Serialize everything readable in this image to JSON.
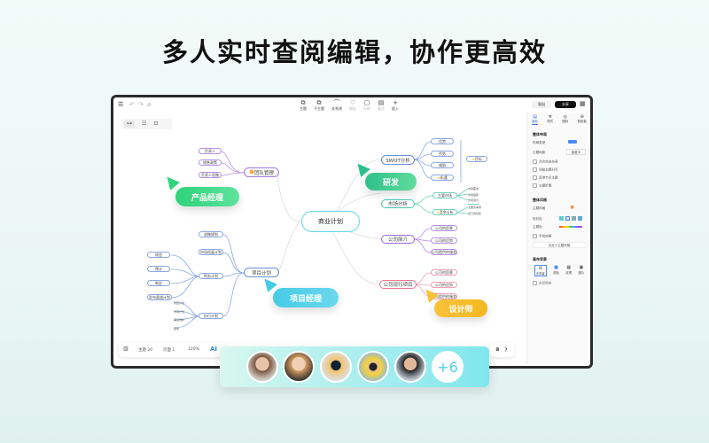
{
  "headline": "多人实时查阅编辑，协作更高效",
  "toolbar": {
    "items": [
      "主题",
      "子主题",
      "关系线",
      "概括",
      "外框",
      "备注",
      "插入"
    ],
    "export": "导出",
    "share": "分享"
  },
  "panel": {
    "tabs": [
      "画布",
      "样式",
      "图标",
      "剪贴板"
    ],
    "layout": {
      "title": "整体布局",
      "layout_type": "布局类型",
      "spacing": "主题间距",
      "custom": "自定义",
      "options": [
        "允许自由布局",
        "同级主题对齐",
        "其他节点主题",
        "主题折叠"
      ]
    },
    "style": {
      "title": "整体风格",
      "theme_style": "主题风格",
      "rainbow": "彩虹色",
      "theme_color": "主题色",
      "hand_drawn": "手绘效果",
      "custom_btn": "自定义主题风格"
    },
    "background": {
      "title": "画布背景",
      "options": [
        "无背景",
        "颜色",
        "纹理",
        "图片"
      ],
      "watermark": "水印填充"
    }
  },
  "statusbar": {
    "topics": "主题 20",
    "page": "页面 1",
    "zoom": "120%",
    "ai": "AI"
  },
  "map": {
    "central": "商业计划",
    "swot": {
      "label": "SWOT分析",
      "children": [
        "优势",
        "劣势",
        "威胁",
        "机遇"
      ],
      "summary": "目标"
    },
    "market": {
      "label": "市场分析",
      "main": "主要市场",
      "main_subs": [
        "市场需求",
        "市场趋势",
        "市场潜力"
      ],
      "comp": "竞争分析",
      "comp_subs": [
        "主要竞争者",
        "自己的优势"
      ]
    },
    "intro": {
      "label": "公司简介",
      "children": [
        "公司的愿景",
        "公司的优势",
        "公司提供的服务"
      ]
    },
    "current": {
      "label": "公司现行项目",
      "children": [
        "公司的愿景",
        "公司的优势",
        "公司提供的服务"
      ]
    },
    "team": {
      "label": "团队管理",
      "children": [
        "负责人",
        "销售政策",
        "负责人思路"
      ]
    },
    "plan": {
      "label": "项目计划",
      "children": [
        "战略规划",
        "市场拓展计划",
        "财务计划",
        "执行计划"
      ],
      "finance": [
        "收益",
        "预计",
        "制定",
        "发布渠道计划"
      ],
      "exec": [
        "供应计划",
        "市场计划",
        "渠道维护",
        "其他"
      ]
    }
  },
  "collaborators": {
    "roles": [
      "产品经理",
      "研发",
      "项目经理",
      "设计师"
    ],
    "more": "+6"
  },
  "colors": {
    "green": "#2fd37a",
    "cyan": "#46cbe6",
    "yellow": "#f8c23a",
    "blue": "#6b8fd8",
    "teal": "#4cc4a8",
    "purple": "#9b6ad6",
    "pink": "#e87a96"
  }
}
